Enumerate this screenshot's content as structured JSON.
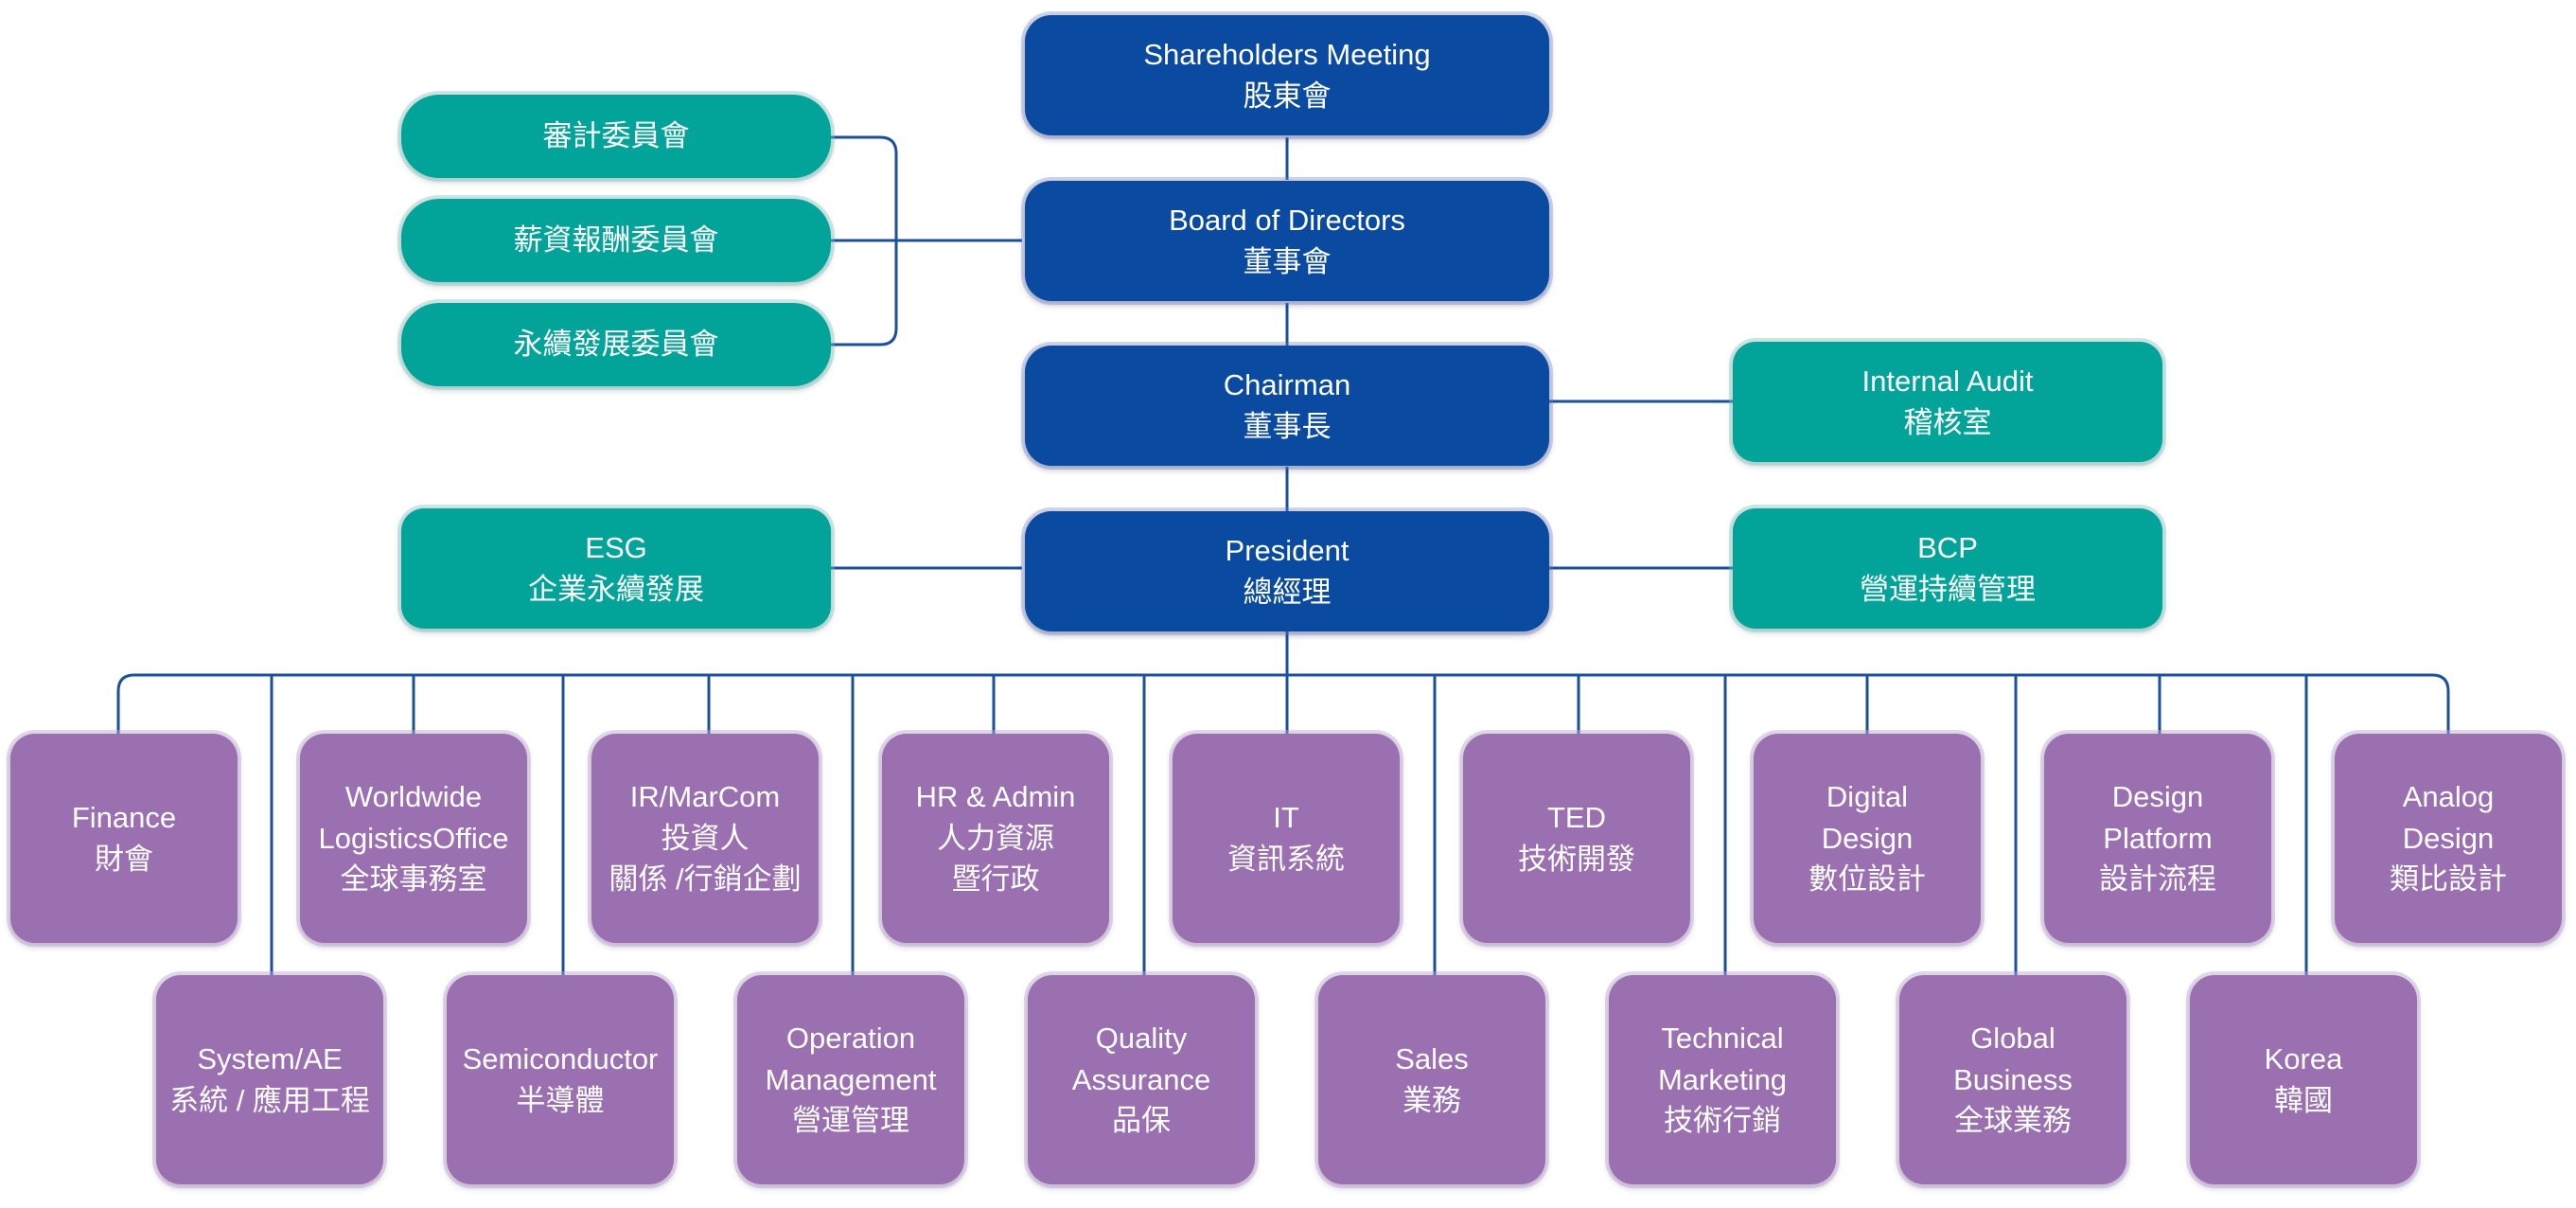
{
  "core": {
    "shareholders": {
      "en": "Shareholders Meeting",
      "zh": "股東會"
    },
    "board": {
      "en": "Board of Directors",
      "zh": "董事會"
    },
    "chairman": {
      "en": "Chairman",
      "zh": "董事長"
    },
    "president": {
      "en": "President",
      "zh": "總經理"
    }
  },
  "committees": [
    {
      "zh": "審計委員會"
    },
    {
      "zh": "薪資報酬委員會"
    },
    {
      "zh": "永續發展委員會"
    }
  ],
  "aux": {
    "internal_audit": {
      "en": "Internal Audit",
      "zh": "稽核室"
    },
    "esg": {
      "en": "ESG",
      "zh": "企業永續發展"
    },
    "bcp": {
      "en": "BCP",
      "zh": "營運持續管理"
    }
  },
  "departments_top": [
    {
      "lines": [
        "Finance",
        "財會"
      ]
    },
    {
      "lines": [
        "Worldwide",
        "LogisticsOffice",
        "全球事務室"
      ]
    },
    {
      "lines": [
        "IR/MarCom",
        "投資人",
        "關係 /行銷企劃"
      ]
    },
    {
      "lines": [
        "HR & Admin",
        "人力資源",
        "暨行政"
      ]
    },
    {
      "lines": [
        "IT",
        "資訊系統"
      ]
    },
    {
      "lines": [
        "TED",
        "技術開發"
      ]
    },
    {
      "lines": [
        "Digital",
        "Design",
        "數位設計"
      ]
    },
    {
      "lines": [
        "Design",
        "Platform",
        "設計流程"
      ]
    },
    {
      "lines": [
        "Analog",
        "Design",
        "類比設計"
      ]
    }
  ],
  "departments_bottom": [
    {
      "lines": [
        "System/AE",
        "系統 / 應用工程"
      ]
    },
    {
      "lines": [
        "Semiconductor",
        "半導體"
      ]
    },
    {
      "lines": [
        "Operation",
        "Management",
        "營運管理"
      ]
    },
    {
      "lines": [
        "Quality",
        "Assurance",
        "品保"
      ]
    },
    {
      "lines": [
        "Sales",
        "業務"
      ]
    },
    {
      "lines": [
        "Technical",
        "Marketing",
        "技術行銷"
      ]
    },
    {
      "lines": [
        "Global",
        "Business",
        "全球業務"
      ]
    },
    {
      "lines": [
        "Korea",
        "韓國"
      ]
    }
  ],
  "colors": {
    "core": "#0a4aa0",
    "committee": "#02a399",
    "department": "#9a70b0",
    "connector": "#1c4f9c"
  }
}
